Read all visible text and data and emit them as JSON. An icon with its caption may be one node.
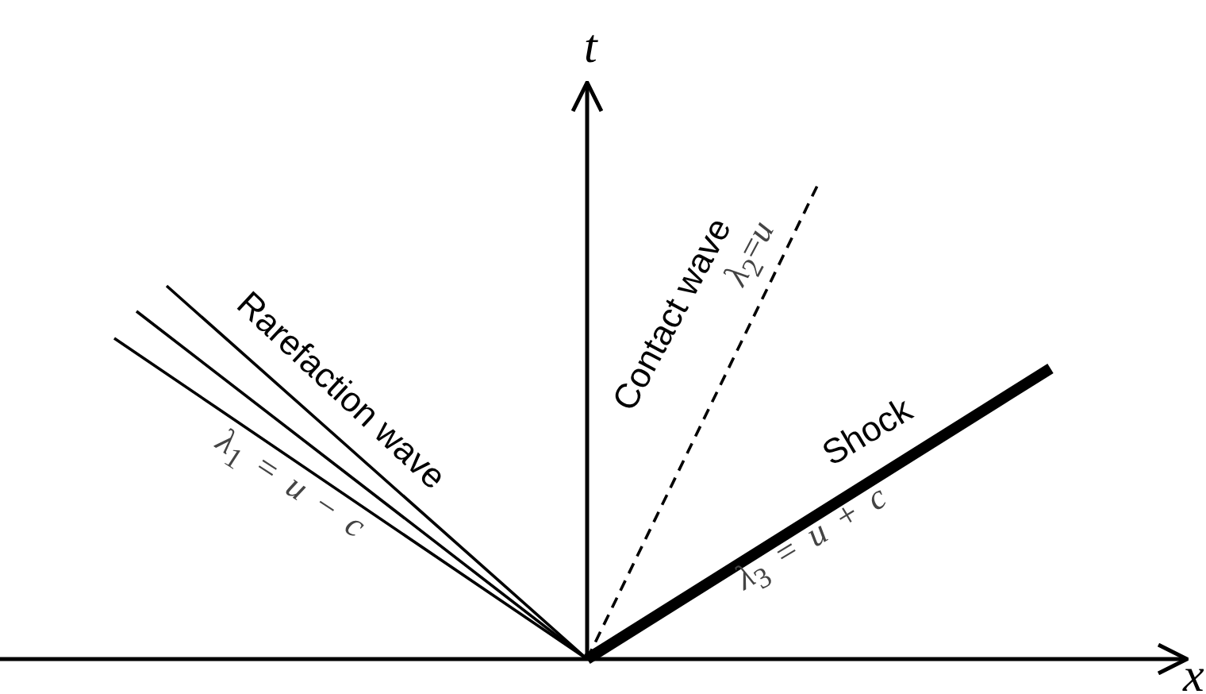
{
  "diagram": {
    "labels": [
      "t",
      "x",
      "Rarefaction wave",
      "Contact wave",
      "Shock",
      "*λ*$_{1}$ = *u* − *c*",
      "*λ*$_{2}$=*u*",
      "*λ*$_{3}$ = *u* + *c*"
    ]
  }
}
